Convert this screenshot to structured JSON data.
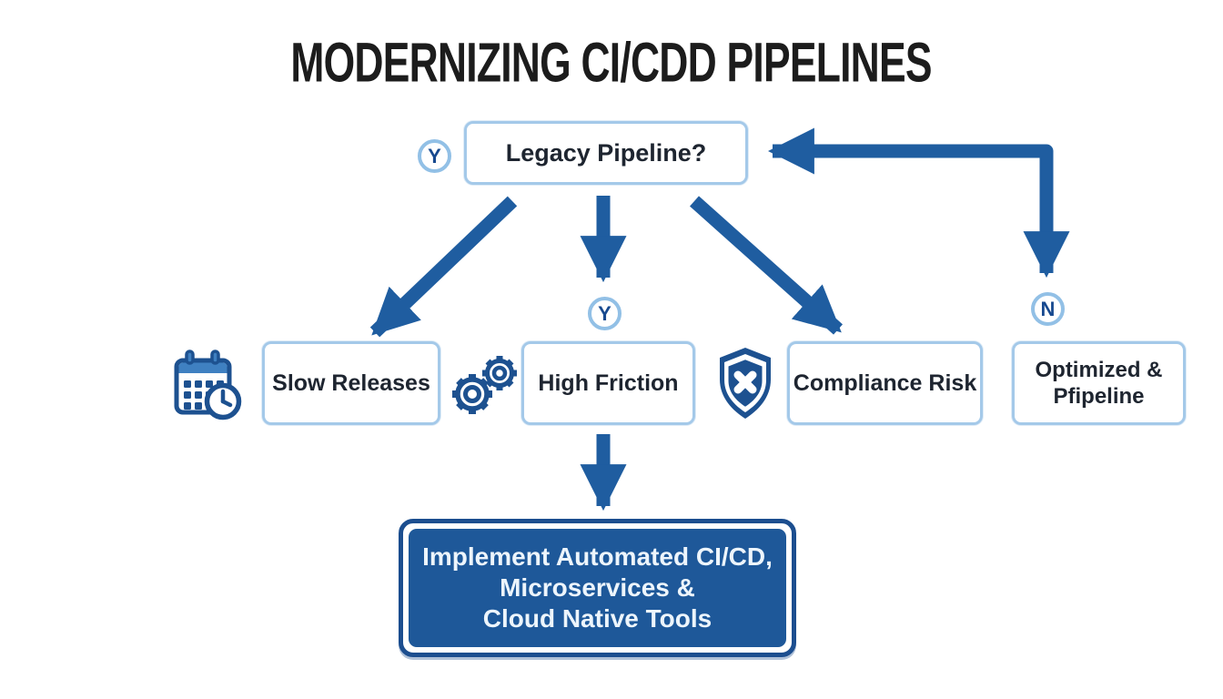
{
  "title": "MODERNIZING CI/CDD PIPELINES",
  "decision": {
    "label": "Legacy Pipeline?",
    "badge_yes": "Y"
  },
  "branches": {
    "slow_releases": {
      "label": "Slow Releases",
      "icon": "calendar-clock-icon"
    },
    "high_friction": {
      "label": "High Friction",
      "badge": "Y",
      "icon": "gears-icon"
    },
    "compliance_risk": {
      "label": "Compliance Risk",
      "icon": "shield-x-icon"
    },
    "optimized_pipeline": {
      "line1": "Optimized &",
      "line2": "Pfipeline",
      "badge": "N"
    }
  },
  "solution": {
    "line1": "Implement Automated CI/CD,",
    "line2": "Microservices &",
    "line3": "Cloud Native Tools"
  },
  "colors": {
    "arrow_blue": "#1f5da0",
    "box_border_blue": "#a4c9e9",
    "badge_ring_blue": "#92c0e6",
    "badge_text_blue": "#17498f",
    "solution_fill_blue": "#1e5899",
    "solution_border_blue": "#1c4e8f",
    "icon_blue_dark": "#1d5190",
    "icon_blue_medium": "#3f80c1",
    "title_text": "#1c1c1c",
    "node_text": "#1e2530",
    "solution_text": "#edf5fc"
  }
}
